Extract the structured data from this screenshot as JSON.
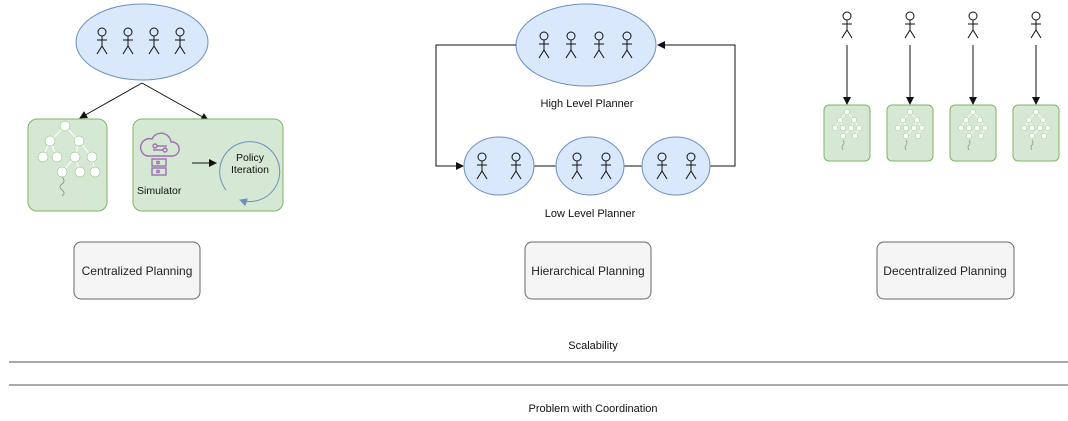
{
  "panels": {
    "centralized": {
      "simulator_label": "Simulator",
      "policy_iteration_line1": "Policy",
      "policy_iteration_line2": "Iteration",
      "category_label": "Centralized Planning"
    },
    "hierarchical": {
      "high_level_label": "High Level Planner",
      "low_level_label": "Low Level Planner",
      "category_label": "Hierarchical Planning"
    },
    "decentralized": {
      "category_label": "Decentralized Planning"
    }
  },
  "axes": {
    "scalability_label": "Scalability",
    "coordination_label": "Problem with Coordination"
  },
  "colors": {
    "ellipse_fill": "#dae8fc",
    "ellipse_stroke": "#6c8ebf",
    "tree_box_fill": "#d5e8d4",
    "tree_box_stroke": "#82b366",
    "category_box_fill": "#f5f5f5",
    "category_box_stroke": "#666666",
    "simulator_icon": "#9d6fb3"
  }
}
